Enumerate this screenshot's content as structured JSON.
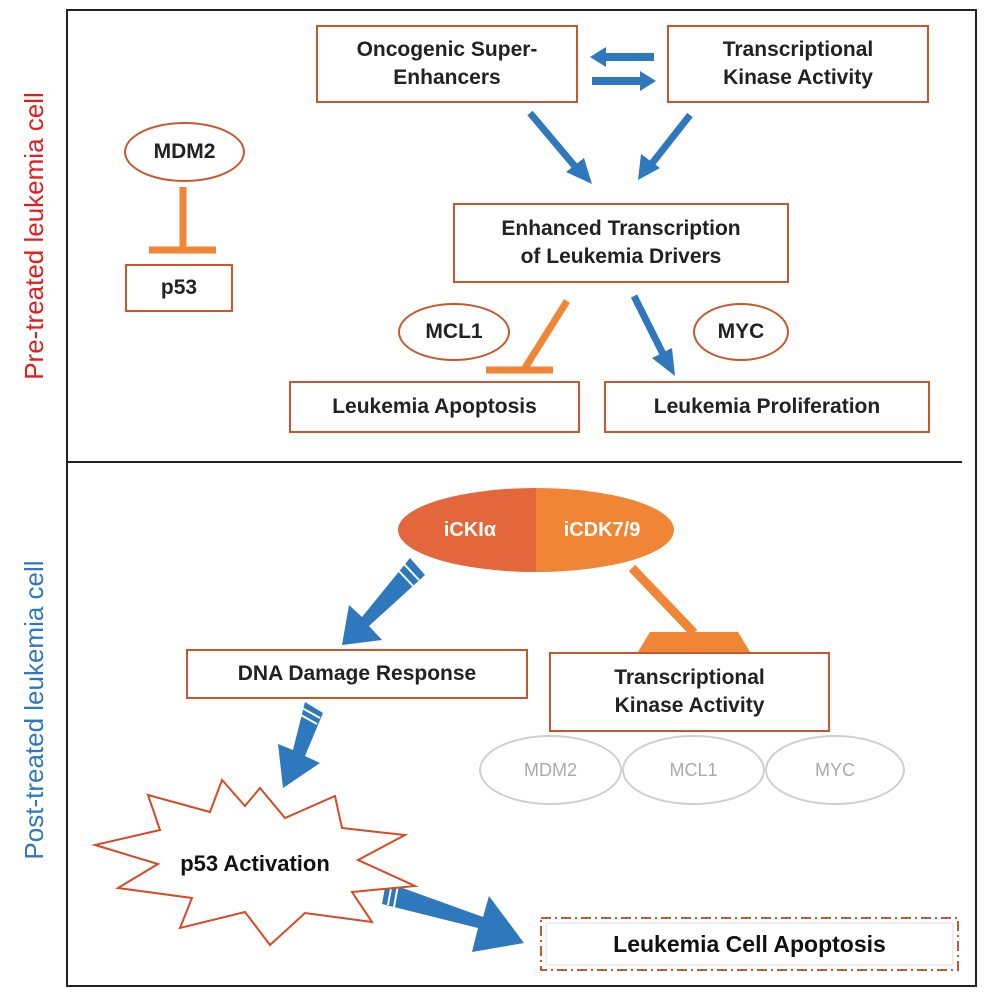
{
  "sections": {
    "pre_label": "Pre-treated leukemia cell",
    "post_label": "Post-treated leukemia cell"
  },
  "pre": {
    "oncogenic": [
      "Oncogenic Super-",
      "Enhancers"
    ],
    "transcriptional": [
      "Transcriptional",
      "Kinase Activity"
    ],
    "enhanced": [
      "Enhanced Transcription",
      "of Leukemia Drivers"
    ],
    "mdm2": "MDM2",
    "p53": "p53",
    "mcl1": "MCL1",
    "myc": "MYC",
    "apoptosis": "Leukemia Apoptosis",
    "proliferation": "Leukemia Proliferation"
  },
  "post": {
    "drug_left": "iCKIα",
    "drug_right": "iCDK7/9",
    "dna_damage": "DNA Damage Response",
    "transcriptional": [
      "Transcriptional",
      "Kinase Activity"
    ],
    "faded": [
      "MDM2",
      "MCL1",
      "MYC"
    ],
    "p53_activation": "p53 Activation",
    "cell_apoptosis": "Leukemia Cell Apoptosis"
  },
  "colors": {
    "orange": "#ef8535",
    "dark_orange": "#e4673c",
    "box_border": "#c9562c",
    "blue": "#2e78bd",
    "red_text": "#e01e1e",
    "grey": "#cfcfcf"
  }
}
